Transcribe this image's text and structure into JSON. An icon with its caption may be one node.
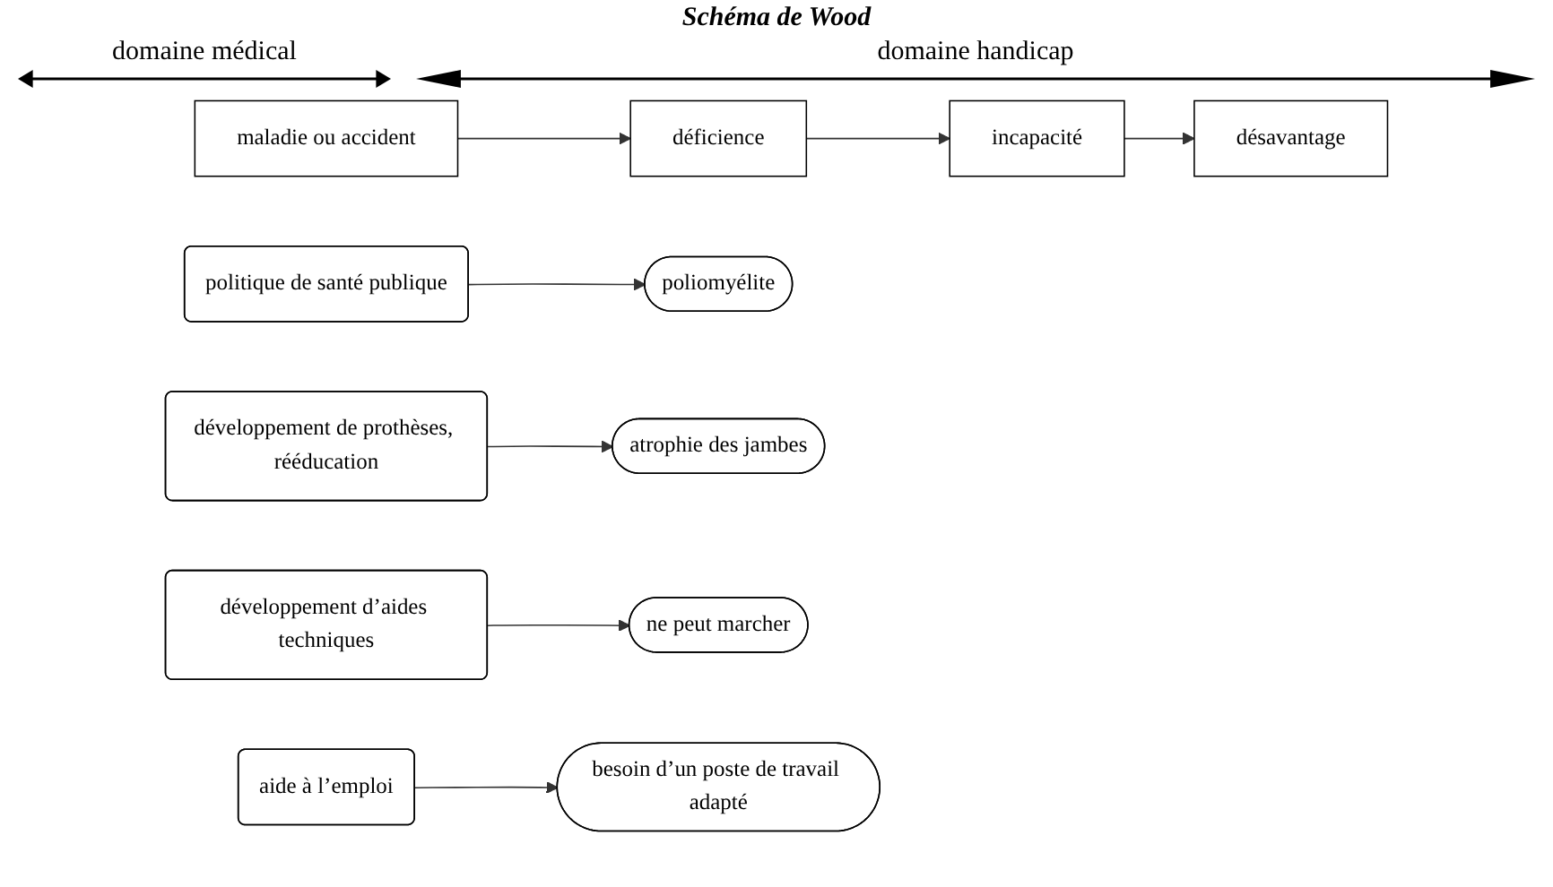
{
  "diagram": {
    "title": "Schéma de Wood",
    "nodes": [
      {
        "text": [
          "maladie ou accident"
        ]
      },
      {
        "text": [
          "déficience"
        ]
      },
      {
        "text": [
          "incapacité"
        ]
      },
      {
        "text": [
          "désavantage"
        ]
      },
      {
        "text": [
          "poliomyélite"
        ]
      },
      {
        "text": [
          "atrophie des jambes"
        ]
      },
      {
        "text": [
          "ne peut marcher"
        ]
      },
      {
        "text": [
          "besoin d’un poste de travail adapté"
        ]
      },
      {
        "text": [
          "politique de santé publique"
        ]
      },
      {
        "text": [
          "développement de prothèses, rééducation"
        ]
      },
      {
        "text": [
          "développement d’aides techniques"
        ]
      },
      {
        "text": [
          "aide à l’emploi"
        ]
      }
    ],
    "edges": [
      {
        "from": 0,
        "to": 1,
        "arrow": "to"
      },
      {
        "from": 1,
        "to": 2,
        "arrow": "to"
      },
      {
        "from": 2,
        "to": 3,
        "arrow": "to"
      },
      {
        "from": 8,
        "to": 4,
        "arrow": "to"
      },
      {
        "from": 9,
        "to": 5,
        "arrow": "to"
      },
      {
        "from": 10,
        "to": 6,
        "arrow": "to"
      },
      {
        "from": 11,
        "to": 7,
        "arrow": "to"
      }
    ],
    "labels": [
      "domaine médical",
      "domaine handicap"
    ]
  }
}
